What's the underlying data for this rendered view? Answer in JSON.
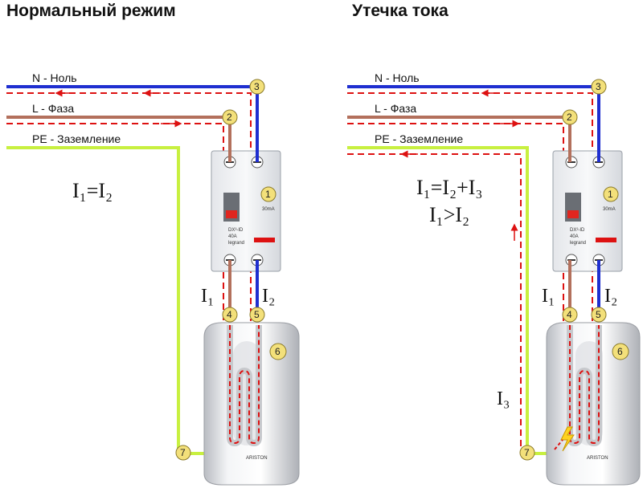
{
  "panels": [
    {
      "title": "Нормальный режим",
      "wires": {
        "n": "N - Ноль",
        "l": "L - Фаза",
        "pe": "PE - Заземление"
      },
      "equations": [
        "I₁=I₂"
      ],
      "currents": {
        "i1": "I₁",
        "i2": "I₂"
      },
      "points": [
        "1",
        "2",
        "3",
        "4",
        "5",
        "6",
        "7"
      ],
      "rcd": {
        "rating_top": "30mA",
        "model": "DX³-ID",
        "current": "40A",
        "brand": "legrand"
      },
      "heater": {
        "brand": "ARISTON"
      }
    },
    {
      "title": "Утечка тока",
      "wires": {
        "n": "N - Ноль",
        "l": "L - Фаза",
        "pe": "PE - Заземление"
      },
      "equations": [
        "I₁=I₂+I₃",
        "I₁>I₂"
      ],
      "currents": {
        "i1": "I₁",
        "i2": "I₂",
        "i3": "I₃"
      },
      "points": [
        "1",
        "2",
        "3",
        "4",
        "5",
        "6",
        "7"
      ],
      "rcd": {
        "rating_top": "30mA",
        "model": "DX³-ID",
        "current": "40A",
        "brand": "legrand"
      },
      "heater": {
        "brand": "ARISTON"
      }
    }
  ],
  "colors": {
    "neutral": "#1f2fd0",
    "phase": "#b3705c",
    "ground": "#c8f040",
    "flow": "#dd1111"
  }
}
